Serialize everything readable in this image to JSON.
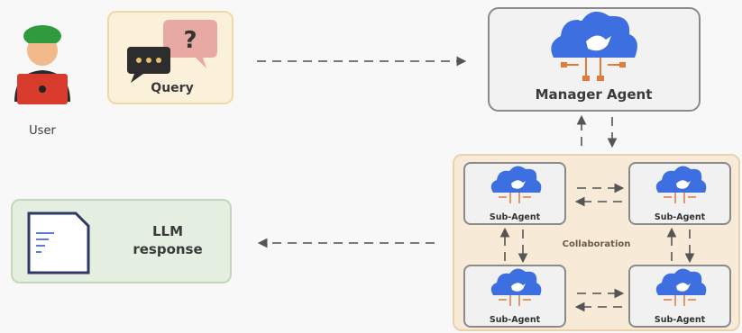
{
  "user": {
    "label": "User"
  },
  "query": {
    "label": "Query",
    "symbol": "?"
  },
  "manager": {
    "label": "Manager Agent"
  },
  "collaboration": {
    "label": "Collaboration",
    "sub_agents": [
      {
        "label": "Sub-Agent"
      },
      {
        "label": "Sub-Agent"
      },
      {
        "label": "Sub-Agent"
      },
      {
        "label": "Sub-Agent"
      }
    ]
  },
  "llm": {
    "line1": "LLM",
    "line2": "response"
  },
  "icons": {
    "agent": "cloud-bird-icon",
    "document": "document-icon",
    "user": "person-laptop-icon",
    "query": "speech-bubbles-icon"
  },
  "colors": {
    "cloud": "#3d6fe0",
    "query_bg": "#fbf1da",
    "llm_bg": "#e5efe1",
    "collab_bg": "#f7ead7",
    "arrow": "#555555"
  }
}
